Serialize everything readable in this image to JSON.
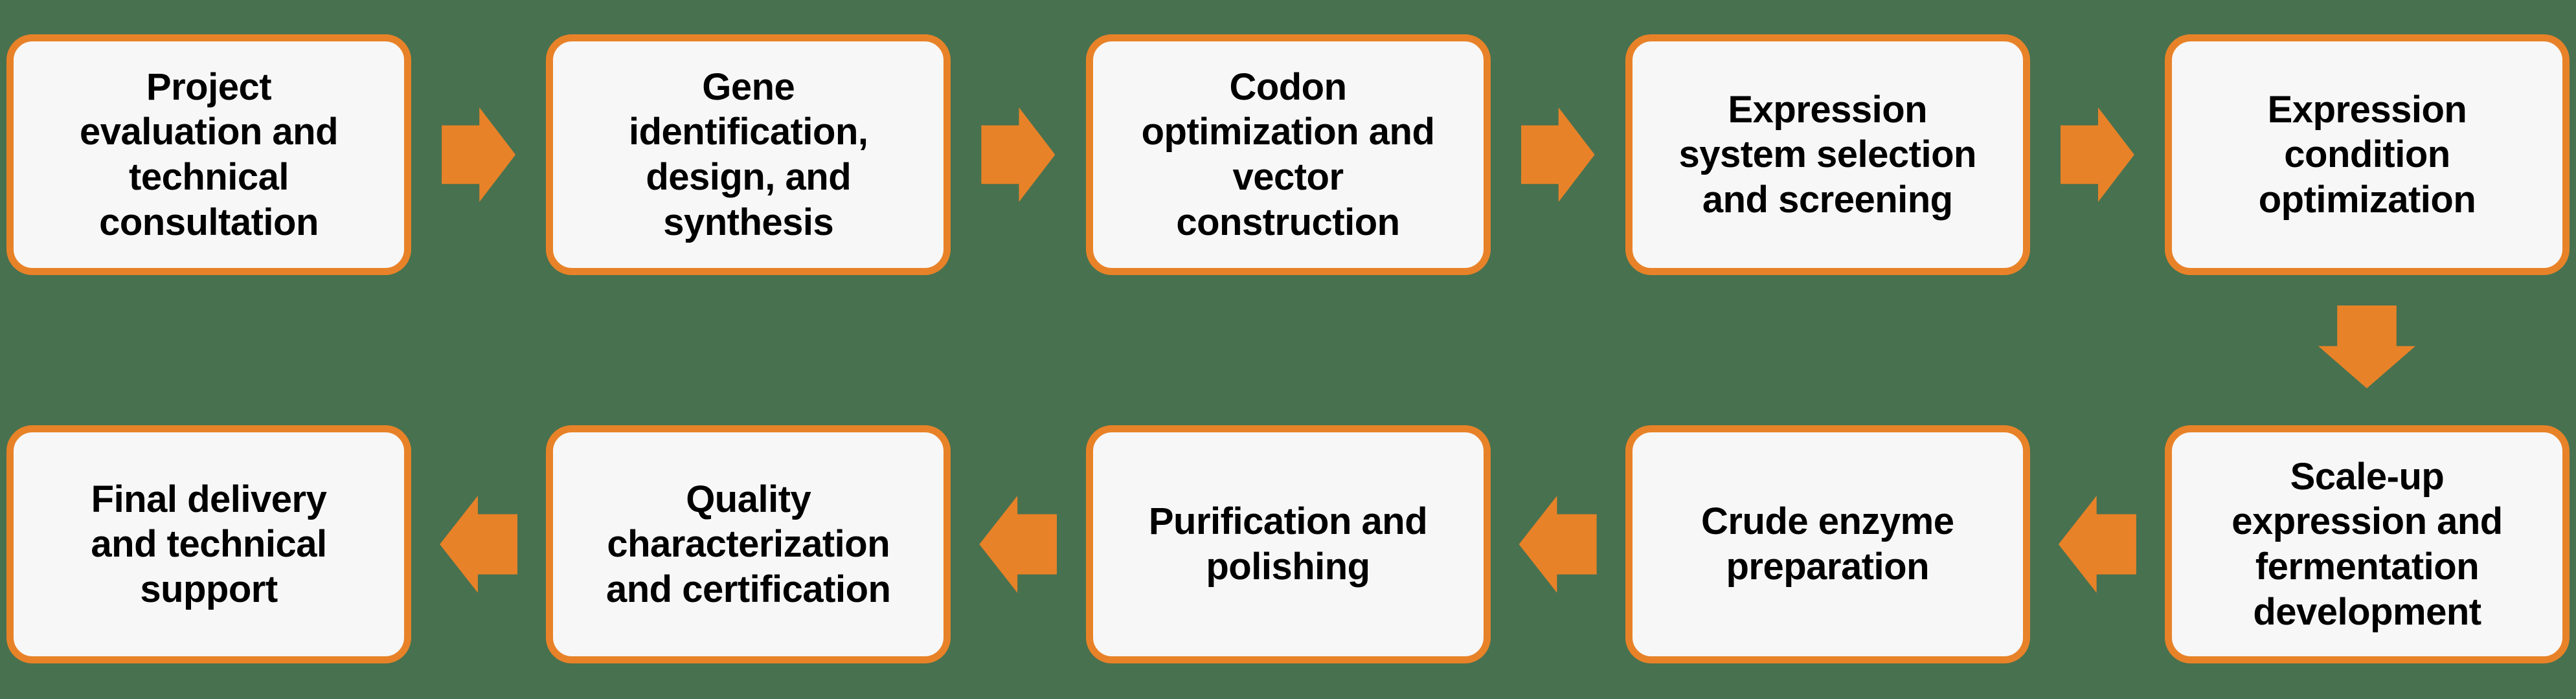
{
  "flowchart": {
    "type": "process-flow",
    "colors": {
      "background": "#48714f",
      "accent_orange": "#e88228",
      "box_fill": "#f7f7f7",
      "box_border": "#e88228",
      "text": "#000000"
    },
    "steps": [
      {
        "order": 1,
        "label": "Project\nevaluation and\ntechnical\nconsultation"
      },
      {
        "order": 2,
        "label": "Gene\nidentification,\ndesign, and\nsynthesis"
      },
      {
        "order": 3,
        "label": "Codon\noptimization and\nvector\nconstruction"
      },
      {
        "order": 4,
        "label": "Expression\nsystem selection\nand screening"
      },
      {
        "order": 5,
        "label": "Expression\ncondition\noptimization"
      },
      {
        "order": 6,
        "label": "Scale-up\nexpression and\nfermentation\ndevelopment"
      },
      {
        "order": 7,
        "label": "Crude enzyme\npreparation"
      },
      {
        "order": 8,
        "label": "Purification and\npolishing"
      },
      {
        "order": 9,
        "label": "Quality\ncharacterization\nand certification"
      },
      {
        "order": 10,
        "label": "Final delivery\nand technical\nsupport"
      }
    ]
  }
}
